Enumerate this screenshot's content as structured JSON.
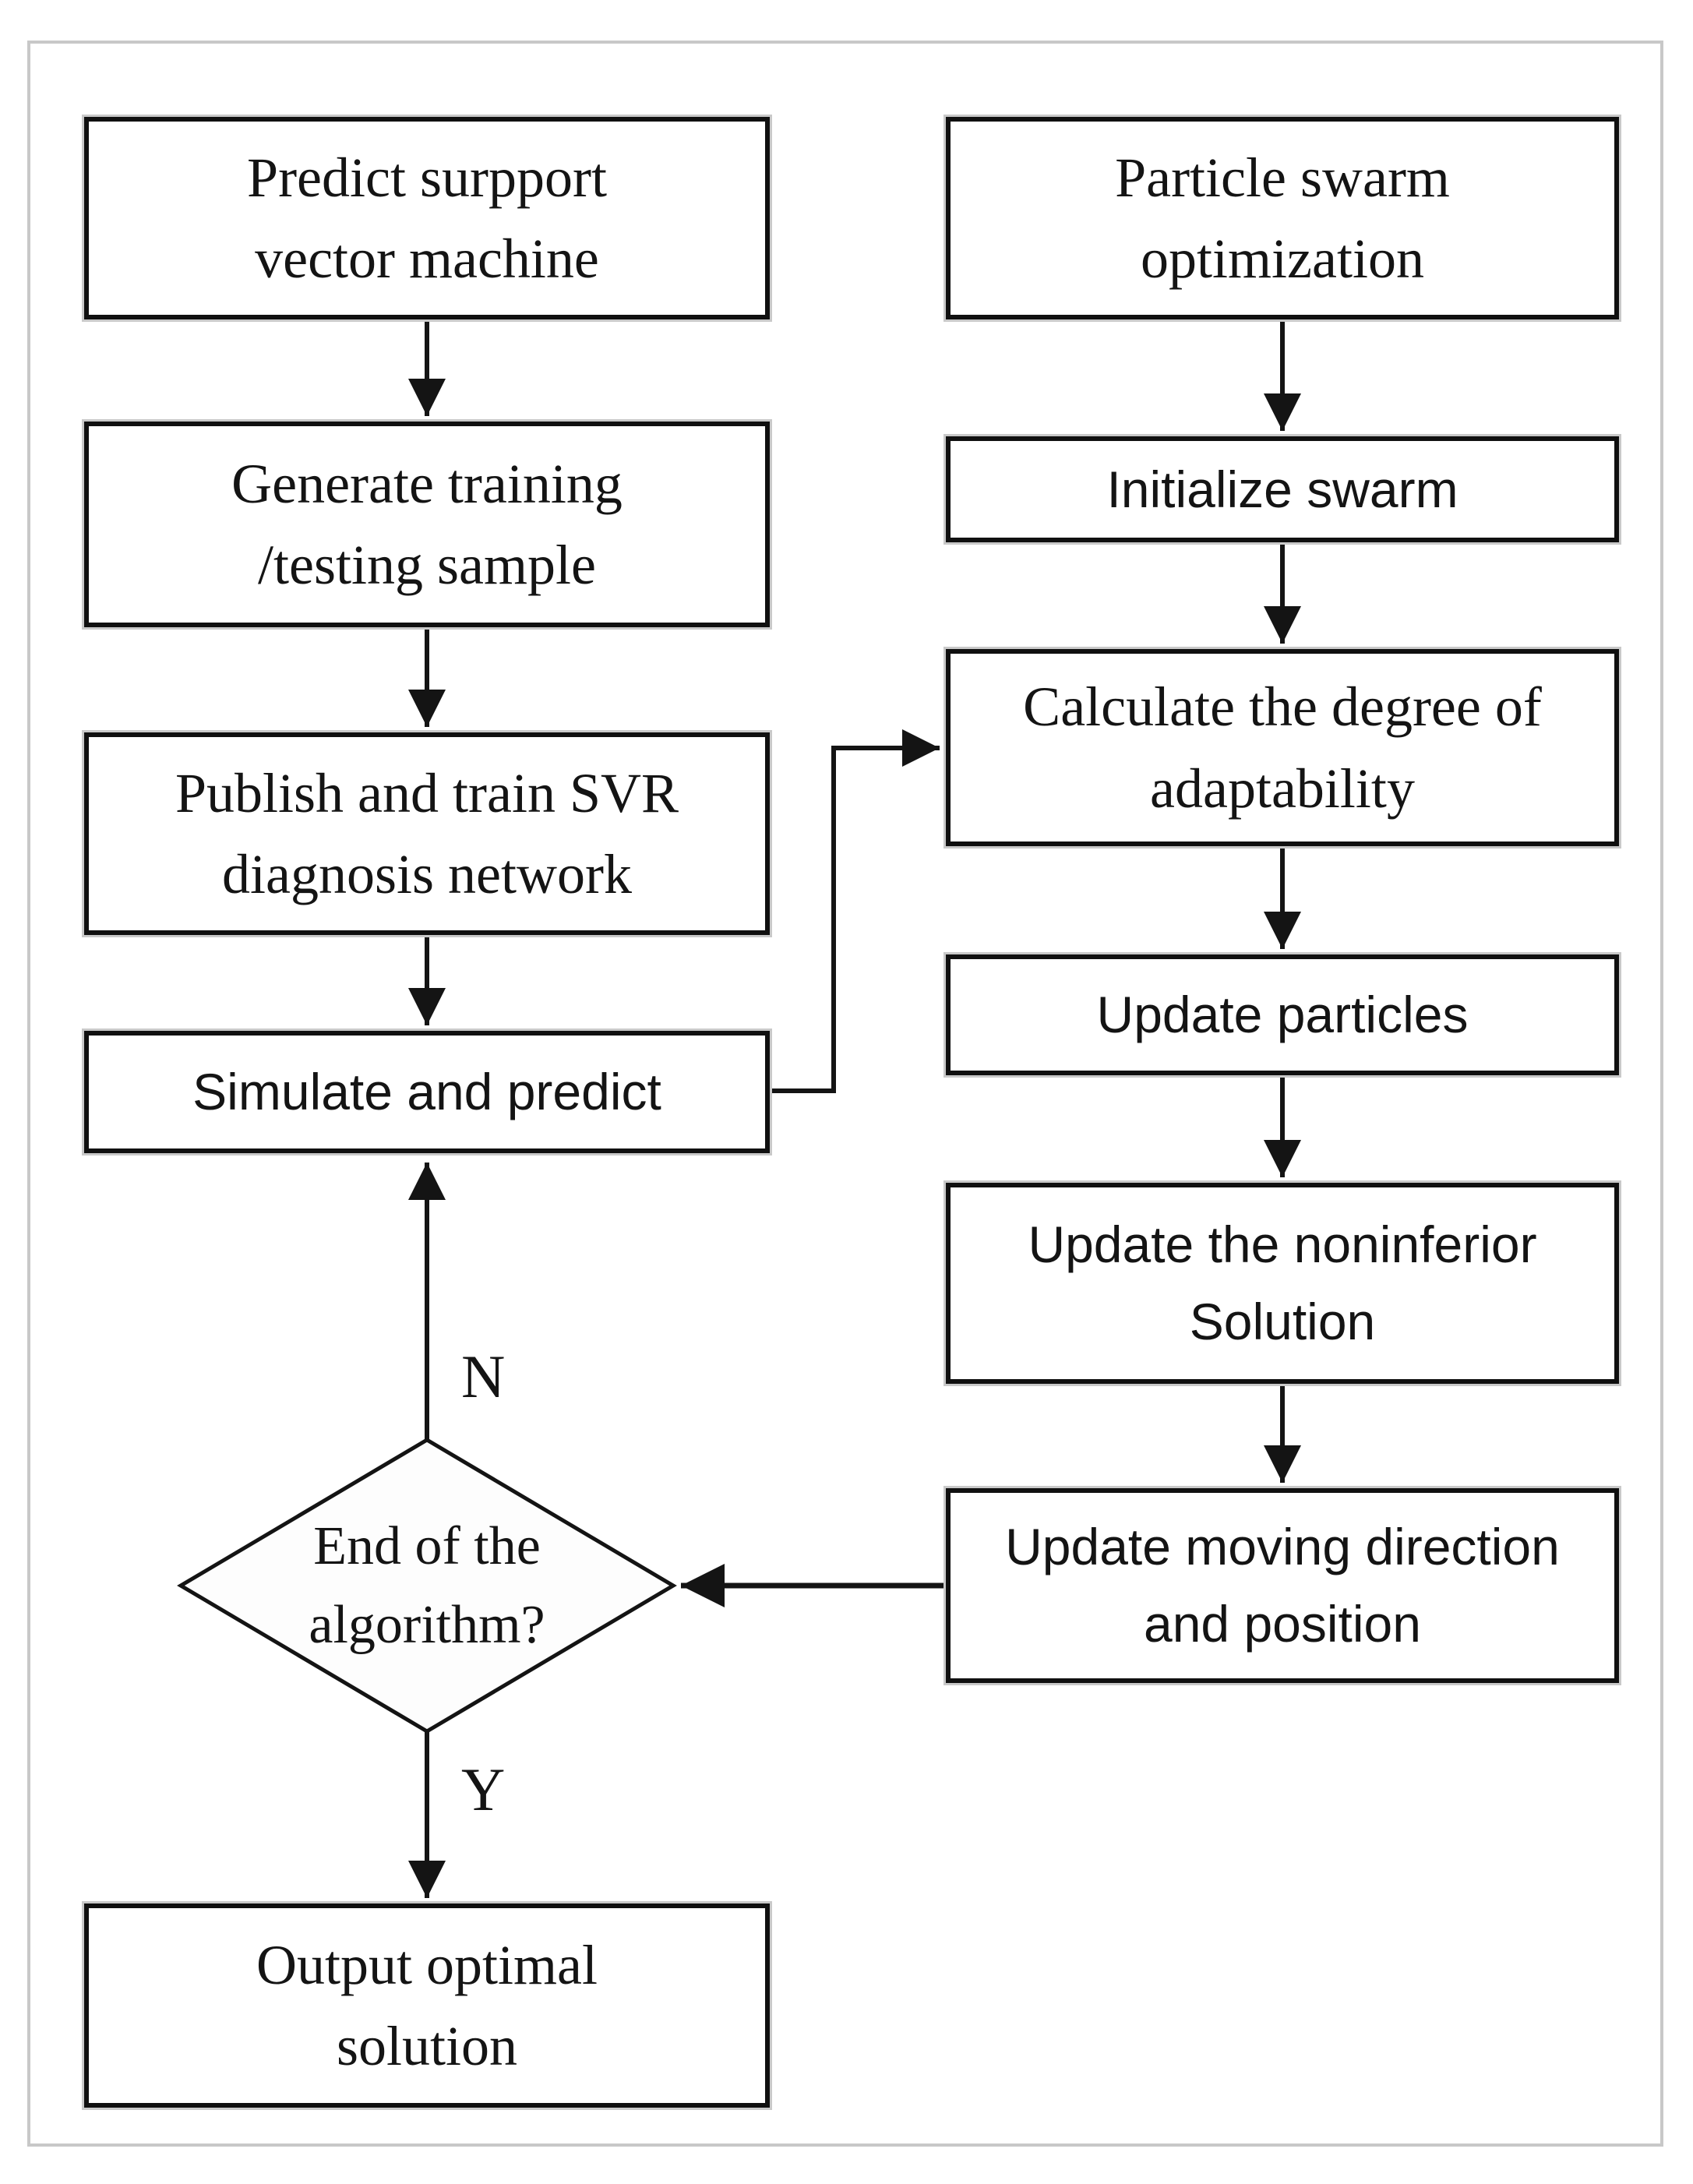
{
  "figure": {
    "left_column": {
      "b1": {
        "lines": [
          "Predict surpport",
          "vector machine"
        ]
      },
      "b2": {
        "lines": [
          "Generate training",
          "/testing sample"
        ]
      },
      "b3": {
        "lines": [
          "Publish and train SVR",
          "diagnosis network"
        ]
      },
      "b4": {
        "lines": [
          "Simulate and predict"
        ]
      },
      "decision": {
        "lines": [
          "End of the",
          "algorithm?"
        ]
      },
      "b5": {
        "lines": [
          "Output optimal",
          "solution"
        ]
      }
    },
    "right_column": {
      "r1": {
        "lines": [
          "Particle swarm",
          "optimization"
        ]
      },
      "r2": {
        "lines": [
          "Initialize swarm"
        ]
      },
      "r3": {
        "lines": [
          "Calculate the degree of",
          "adaptability"
        ]
      },
      "r4": {
        "lines": [
          "Update particles"
        ]
      },
      "r5": {
        "lines": [
          "Update the noninferior",
          "Solution"
        ]
      },
      "r6": {
        "lines": [
          "Update moving direction",
          "and position"
        ]
      }
    },
    "branch_labels": {
      "no": "N",
      "yes": "Y"
    },
    "colors": {
      "line": "#141414",
      "box_border": "#101010",
      "box_halo": "#c9c9c9",
      "frame_border": "#c8c8c8",
      "diamond_fill": "#fdfdfd",
      "background": "#ffffff"
    }
  }
}
